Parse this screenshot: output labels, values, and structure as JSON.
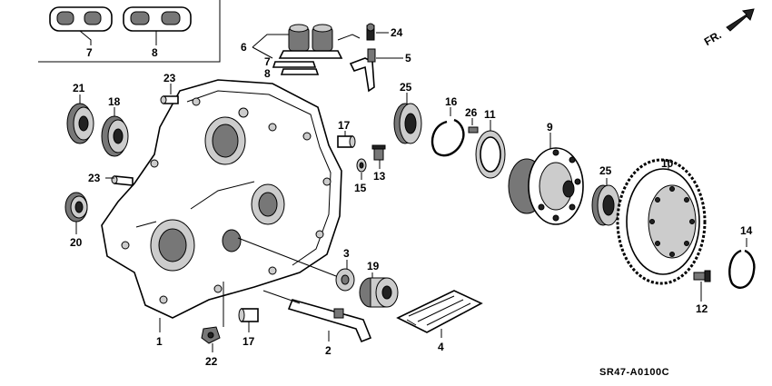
{
  "callouts": {
    "c1": "1",
    "c2": "2",
    "c3": "3",
    "c4": "4",
    "c5": "5",
    "c6": "6",
    "c7a": "7",
    "c7b": "7",
    "c8a": "8",
    "c8b": "8",
    "c9": "9",
    "c10": "10",
    "c11": "11",
    "c12": "12",
    "c13": "13",
    "c14": "14",
    "c15": "15",
    "c16": "16",
    "c17a": "17",
    "c17b": "17",
    "c18": "18",
    "c19": "19",
    "c20": "20",
    "c21": "21",
    "c22": "22",
    "c23a": "23",
    "c23b": "23",
    "c24": "24",
    "c25a": "25",
    "c25b": "25",
    "c26": "26"
  },
  "direction_label": "FR.",
  "diagram_code": "SR47-A0100C"
}
